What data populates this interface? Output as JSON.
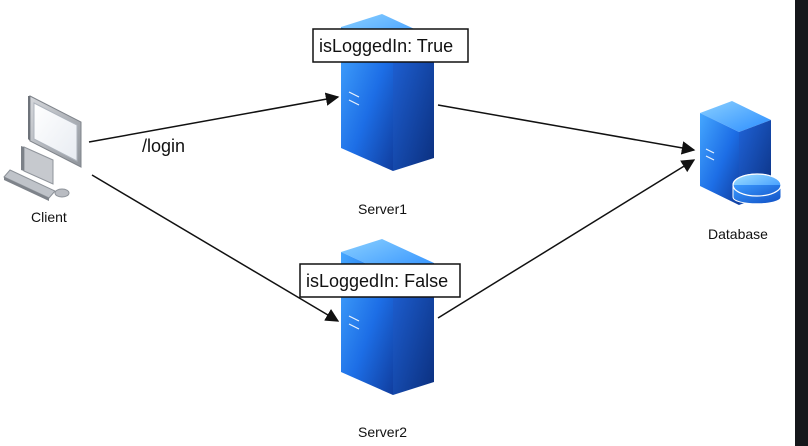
{
  "diagram": {
    "nodes": {
      "client": {
        "label": "Client",
        "icon": "desktop-computer-icon"
      },
      "server1": {
        "label": "Server1",
        "state_label": "isLoggedIn: True",
        "icon": "server-icon"
      },
      "server2": {
        "label": "Server2",
        "state_label": "isLoggedIn: False",
        "icon": "server-icon"
      },
      "database": {
        "label": "Database",
        "icon": "database-server-icon"
      }
    },
    "edges": {
      "client_to_server1": {
        "label": "/login"
      },
      "client_to_server2": {
        "label": ""
      },
      "server1_to_database": {
        "label": ""
      },
      "server2_to_database": {
        "label": ""
      }
    },
    "colors": {
      "server_blue": "#1f63d8",
      "server_light": "#3ba1ff",
      "server_dark": "#103d9e",
      "database_accent": "#2c8cff",
      "client_gray": "#b9bcc2",
      "line": "#111111",
      "right_rail": "#15171b"
    }
  }
}
